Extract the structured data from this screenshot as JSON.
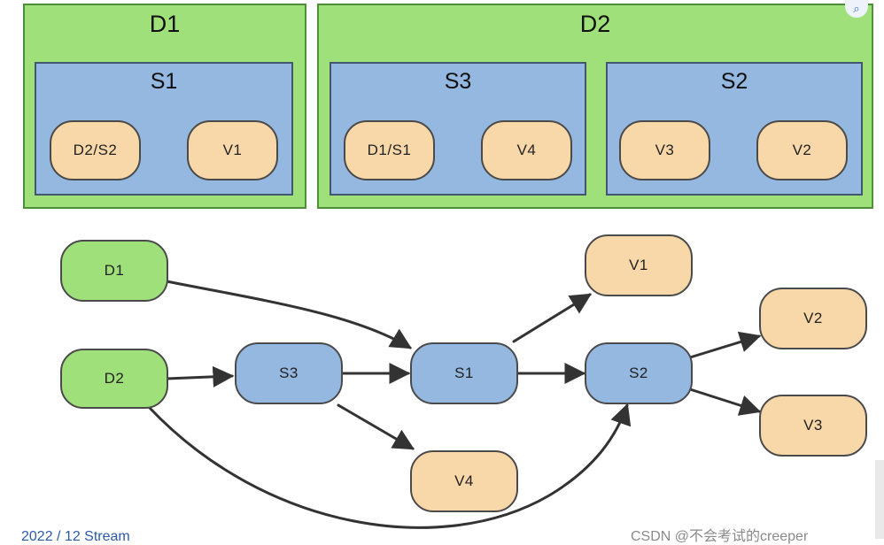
{
  "top": {
    "d1": {
      "title": "D1",
      "s1": {
        "title": "S1",
        "nodes": [
          "D2/S2",
          "V1"
        ]
      }
    },
    "d2": {
      "title": "D2",
      "s3": {
        "title": "S3",
        "nodes": [
          "D1/S1",
          "V4"
        ]
      },
      "s2": {
        "title": "S2",
        "nodes": [
          "V3",
          "V2"
        ]
      }
    }
  },
  "graph": {
    "nodes": {
      "d1": "D1",
      "d2": "D2",
      "s3": "S3",
      "s1": "S1",
      "s2": "S2",
      "v1": "V1",
      "v2": "V2",
      "v3": "V3",
      "v4": "V4"
    }
  },
  "footer": {
    "watermark": "CSDN @不会考试的creeper",
    "left_text": "2022 / 12 Stream"
  },
  "colors": {
    "green": "#9fe07a",
    "blue": "#94b8e0",
    "orange": "#f8d7a8",
    "edge": "#333333"
  }
}
